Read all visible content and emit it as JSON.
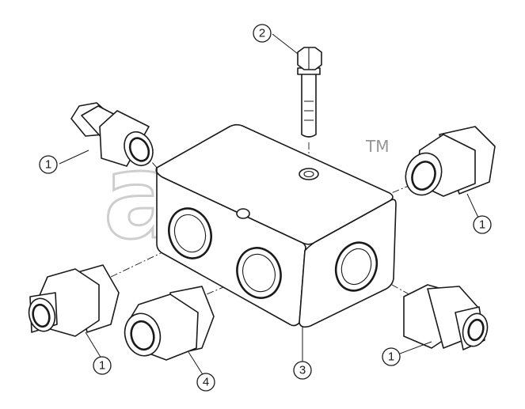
{
  "watermark": {
    "text": "ano",
    "mark": "TM"
  },
  "callouts": [
    {
      "id": "fitting-left-top",
      "label": "1"
    },
    {
      "id": "fitting-right-top",
      "label": "1"
    },
    {
      "id": "fitting-left-bottom",
      "label": "1"
    },
    {
      "id": "fitting-right-bottom",
      "label": "1"
    },
    {
      "id": "bolt",
      "label": "2"
    },
    {
      "id": "block",
      "label": "3"
    },
    {
      "id": "fitting-front",
      "label": "4"
    }
  ],
  "colors": {
    "line": "#1a1a1a",
    "background": "#ffffff",
    "watermark": "#c9c9c9"
  }
}
